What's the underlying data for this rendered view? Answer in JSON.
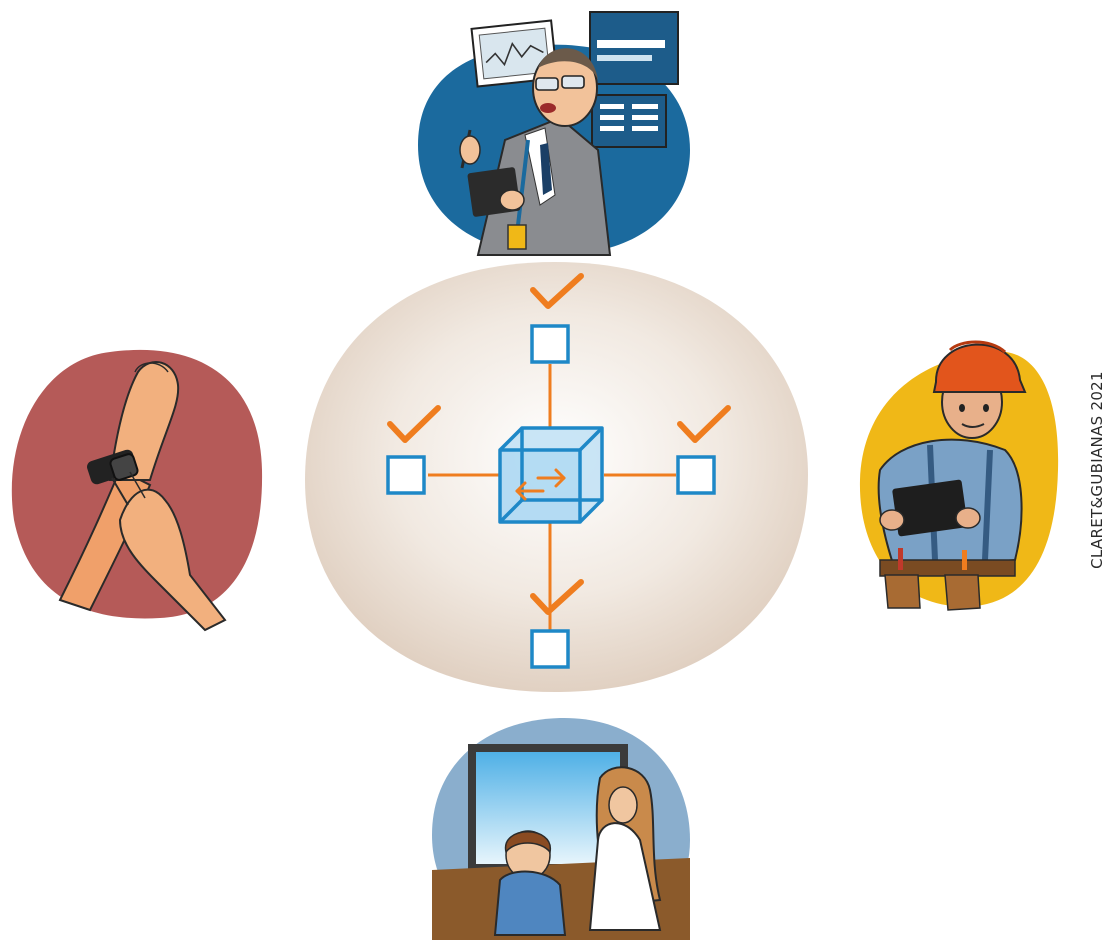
{
  "credit": "CLARET&GUBIANAS 2021",
  "colors": {
    "background": "#ffffff",
    "center_blob": "#e9ddd2",
    "accent_orange": "#ef7d1f",
    "accent_blue": "#1e88c7",
    "cube_fill": "#9fd0ef",
    "blob_top": "#1b6a9e",
    "blob_left": "#b55a58",
    "blob_right": "#f0b817",
    "blob_bottom": "#8aaecd"
  },
  "icons": {
    "center": "cube-with-arrows-icon",
    "nodes": [
      "checkbox-icon",
      "checkmark-icon"
    ],
    "top": "presenter-illustration",
    "left": "smartwatch-wrist-illustration",
    "right": "construction-worker-illustration",
    "bottom": "family-window-illustration"
  }
}
